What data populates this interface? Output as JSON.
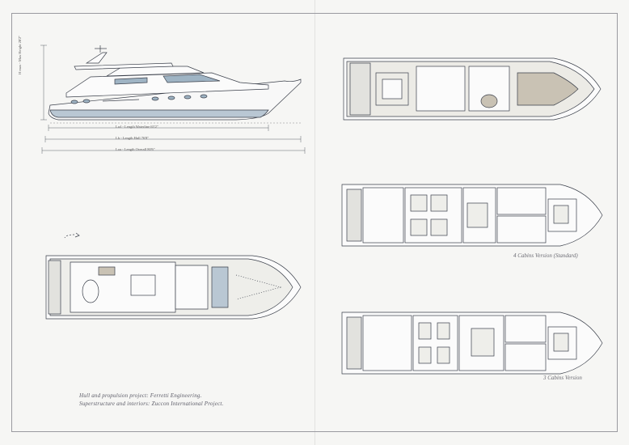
{
  "dimensions": {
    "lwl": "Lwl - Length Waterline 65'2\"",
    "lh": "Lh - Length Hull 76'8\"",
    "loa": "Loa - Length Overall 80'6\"",
    "height": "H max - Max Height 20'2\""
  },
  "versions": {
    "four_cabins": "4 Cabins Version (Standard)",
    "three_cabins": "3 Cabins Version"
  },
  "credits": {
    "line1": "Hull and propulsion project: Ferretti Engineering.",
    "line2": "Superstructure and interiors: Zuccon International Project."
  },
  "colors": {
    "line": "#3a3f4a",
    "hull_blue": "#b9c7d3",
    "window_blue": "#9fb4c4",
    "teak": "#c9c2b4"
  }
}
